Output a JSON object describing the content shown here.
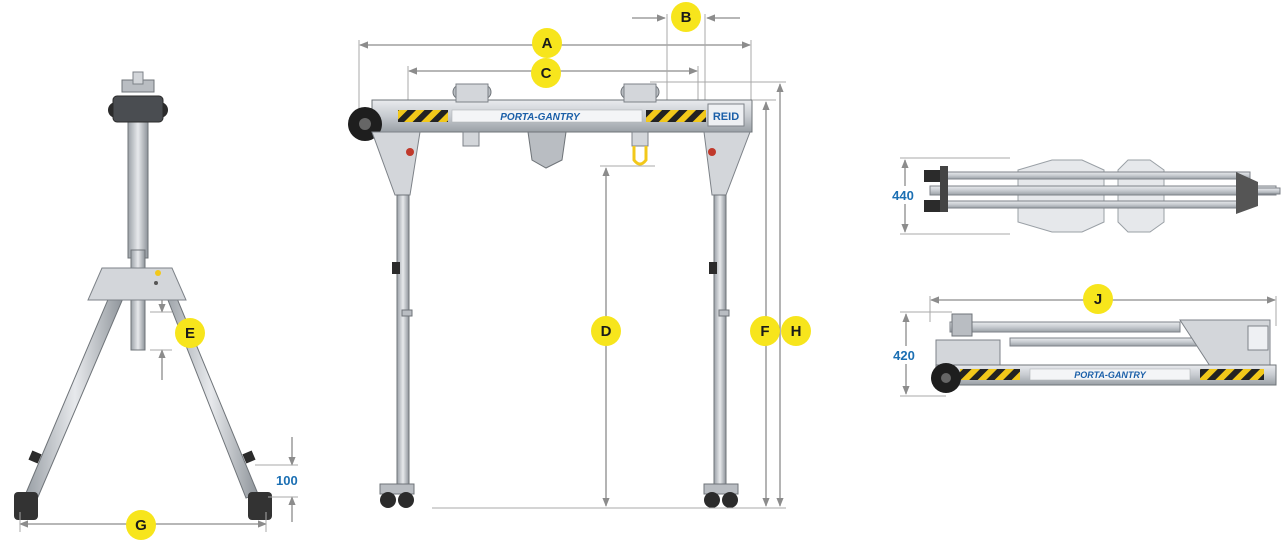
{
  "colors": {
    "label_yellow": "#f7e51c",
    "dimension_number_blue": "#1b6fb3",
    "dimension_line_gray": "#8c8c8c",
    "frame_metal": "#d3d6da",
    "hazard_yellow": "#f2c81a"
  },
  "side_view": {
    "label_e": "E",
    "label_g": "G",
    "dimension_100": "100"
  },
  "front_view": {
    "label_a": "A",
    "label_b": "B",
    "label_c": "C",
    "label_d": "D",
    "label_f": "F",
    "label_h": "H",
    "beam_brand_text": "PORTA-GANTRY",
    "end_plate_text": "REID"
  },
  "stowed_top_view": {
    "dimension_440": "440"
  },
  "stowed_side_view": {
    "label_j": "J",
    "dimension_420": "420",
    "beam_brand_text": "PORTA-GANTRY"
  }
}
